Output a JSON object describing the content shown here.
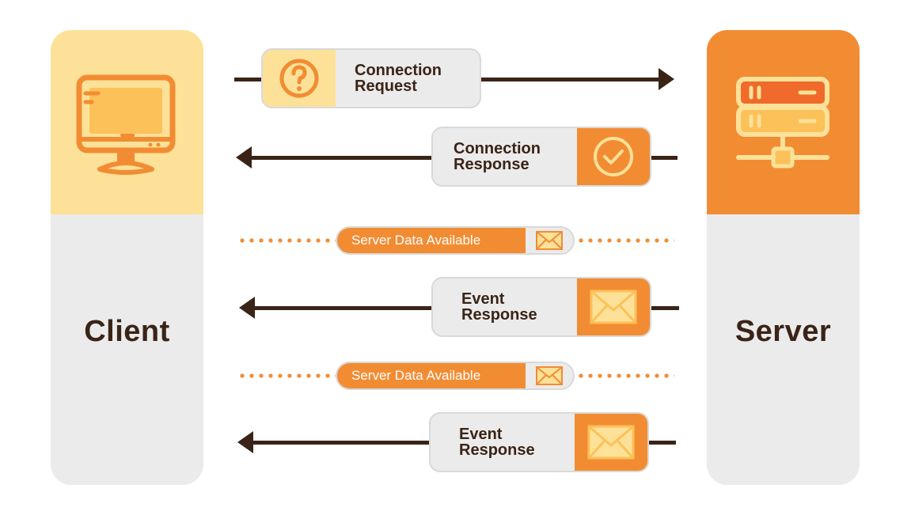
{
  "client": {
    "label": "Client",
    "icon": "monitor-icon"
  },
  "server": {
    "label": "Server",
    "icon": "server-rack-icon"
  },
  "messages": {
    "connection_request": {
      "line1": "Connection",
      "line2": "Request",
      "icon": "question-circle-icon"
    },
    "connection_response": {
      "line1": "Connection",
      "line2": "Response",
      "icon": "check-circle-icon"
    },
    "server_data_1": {
      "label": "Server Data Available",
      "icon": "envelope-icon"
    },
    "event_response_1": {
      "line1": "Event",
      "line2": "Response",
      "icon": "envelope-icon"
    },
    "server_data_2": {
      "label": "Server Data Available",
      "icon": "envelope-icon"
    },
    "event_response_2": {
      "line1": "Event",
      "line2": "Response",
      "icon": "envelope-icon"
    }
  },
  "colors": {
    "orange": "#f28c33",
    "light_yellow": "#fde198",
    "dark_brown": "#3a2417",
    "panel_gray": "#ebebeb"
  }
}
